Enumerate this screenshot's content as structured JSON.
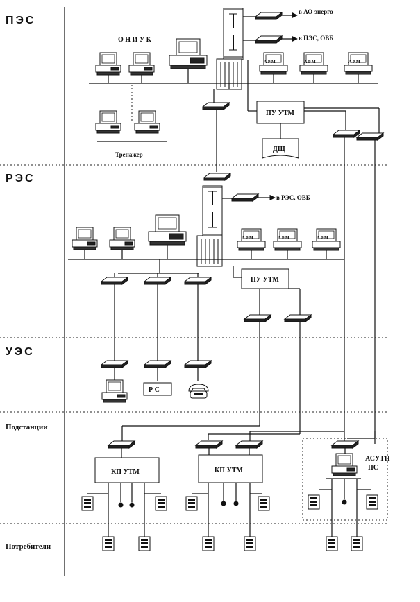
{
  "levels": {
    "pes": "ПЭС",
    "res": "РЭС",
    "ues": "УЭС",
    "substations": "Подстанции",
    "consumers": "Потребители"
  },
  "labels": {
    "oniuk": "О Н И У К",
    "trainer": "Тренажер",
    "to_ao_energo": "в АО-энерго",
    "to_pes_obe": "в ПЭС, ОВБ",
    "to_res_obe": "в РЭС, ОВБ",
    "dsh": "ДЩ",
    "pu_utm": "ПУ УТМ",
    "kp_utm": "КП УТМ",
    "rs": "Р С",
    "asutp": "АСУТП",
    "ps": "ПС",
    "arm": "А Р М"
  }
}
